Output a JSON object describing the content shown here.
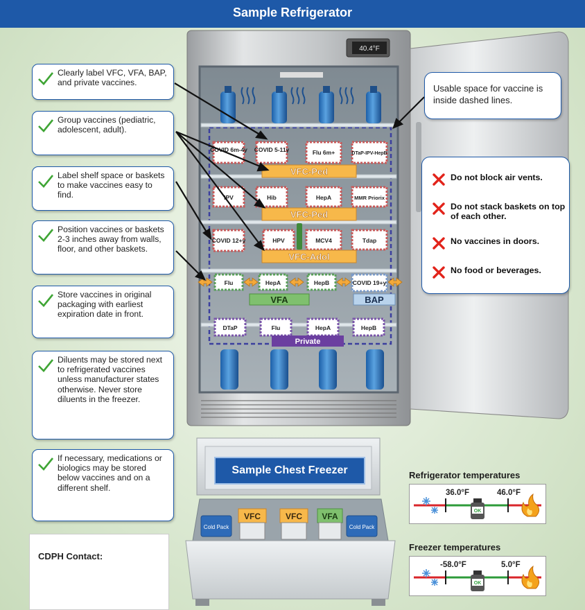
{
  "banner": {
    "title": "Sample Refrigerator"
  },
  "thermometer": {
    "reading": "40.4°F"
  },
  "tips": [
    "Clearly label VFC, VFA, BAP, and private vaccines.",
    "Group vaccines (pediatric, adolescent, adult).",
    "Label shelf space or baskets to make vaccines easy to find.",
    "Position vaccines or baskets 2-3 inches away from walls, floor, and other baskets.",
    "Store vaccines in original packaging with earliest expiration date in front.",
    "Diluents may be stored next to refrigerated vaccines unless manufacturer states otherwise. Never store diluents in the freezer.",
    "If necessary, medications or biologics may be stored below vaccines and on a different shelf."
  ],
  "usable_space": "Usable space for vaccine is inside dashed lines.",
  "donts": [
    "Do not block air vents.",
    "Do not stack baskets on top of each other.",
    "No vaccines in doors.",
    "No food or beverages."
  ],
  "shelves": {
    "row1": [
      "COVID 6m-4y",
      "COVID 5-11y",
      "Flu 6m+",
      "DTaP-IPV-HepB"
    ],
    "row1_label": "VFC-Ped",
    "row2": [
      "IPV",
      "Hib",
      "HepA",
      "MMR Priorix"
    ],
    "row2_label": "VFC-Ped",
    "row3": [
      "COVID 12+y",
      "HPV",
      "MCV4",
      "Tdap"
    ],
    "row3_label": "VFC-Adol",
    "row4": [
      "Flu",
      "HepA",
      "HepB",
      "COVID 19+y"
    ],
    "row4_label_left": "VFA",
    "row4_label_right": "BAP",
    "row5": [
      "DTaP",
      "Flu",
      "HepA",
      "HepB"
    ],
    "row5_label": "Private"
  },
  "freezer": {
    "title": "Sample Chest Freezer",
    "bins": [
      "VFC",
      "VFC",
      "VFA"
    ],
    "ice_packs": [
      "Cold Pack",
      "Cold Pack"
    ]
  },
  "contact": {
    "label": "CDPH Contact:"
  },
  "temps": {
    "fridge": {
      "title": "Refrigerator temperatures",
      "low": "36.0°F",
      "high": "46.0°F",
      "ok": "OK"
    },
    "freezer": {
      "title": "Freezer temperatures",
      "low": "-58.0°F",
      "high": "5.0°F",
      "ok": "OK"
    }
  },
  "colors": {
    "brand_blue": "#1e59a8",
    "vfc_orange": "#f7b84a",
    "vfa_green": "#7fc06e",
    "bap_blue": "#b9d3ec",
    "private_purple": "#6b3fa0",
    "red_x": "#e2231a",
    "check_green": "#3fa535"
  }
}
